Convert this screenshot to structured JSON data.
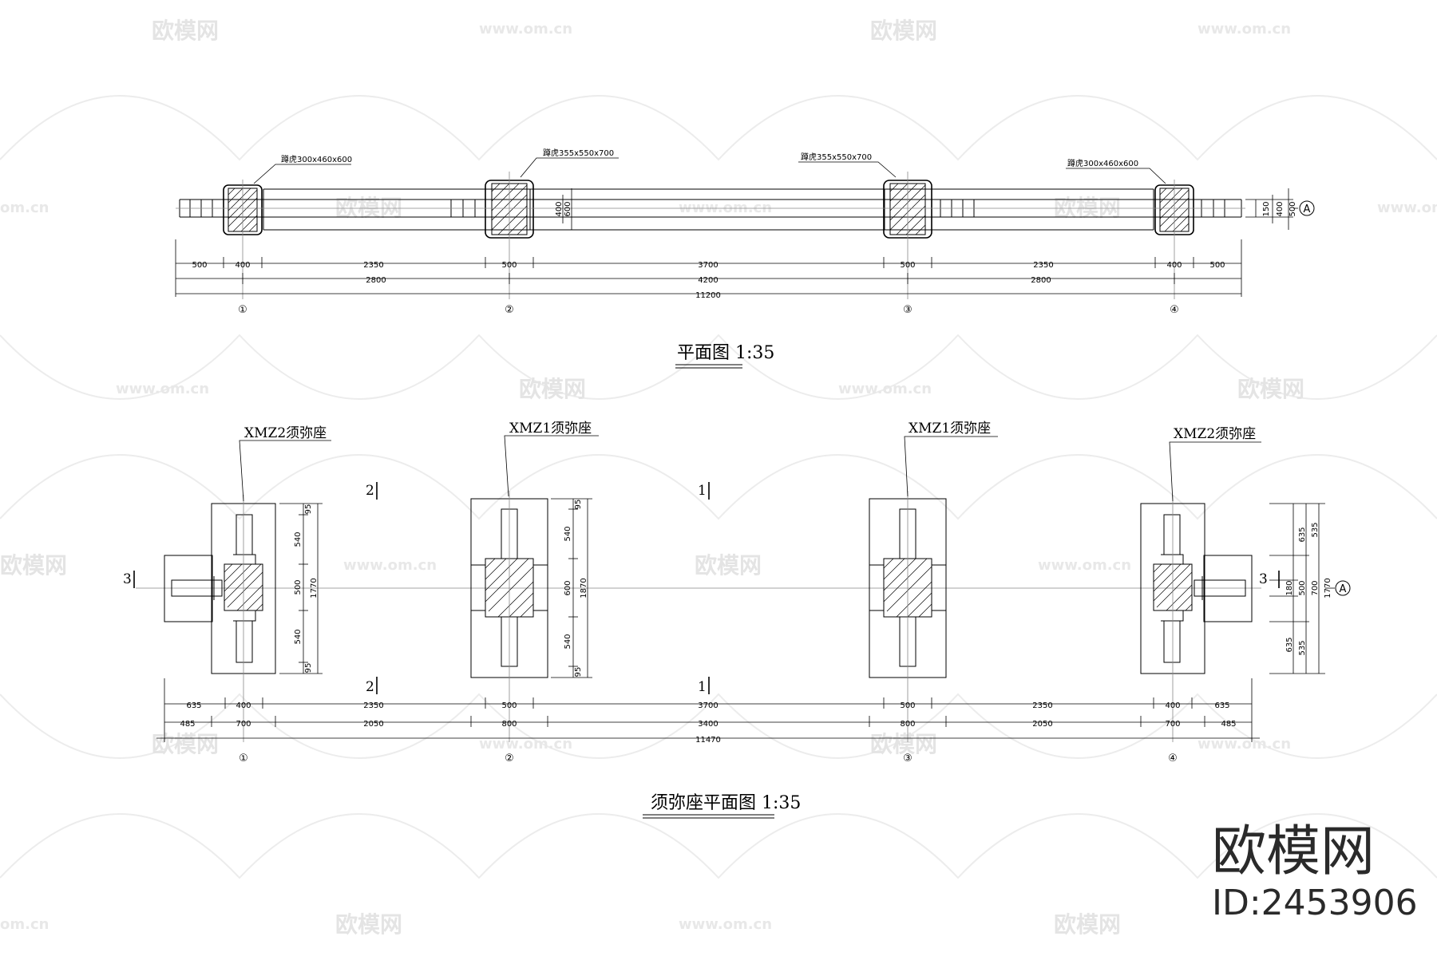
{
  "watermarks": {
    "logo_text": "欧模网",
    "url_text": "www.om.cn",
    "url_short": "om.cn"
  },
  "brand": {
    "name": "欧模网",
    "id": "ID:2453906"
  },
  "plan": {
    "title": "平面图 1:35",
    "callouts": [
      "蹲虎300x460x600",
      "蹲虎355x550x700",
      "蹲虎355x550x700",
      "蹲虎300x460x600"
    ],
    "side_dims": [
      "150",
      "400",
      "500"
    ],
    "mid_dims": [
      "400",
      "600"
    ],
    "row1": [
      "500",
      "400",
      "2350",
      "500",
      "3700",
      "500",
      "2350",
      "400",
      "500"
    ],
    "row2": [
      "2800",
      "4200",
      "2800"
    ],
    "row3": [
      "11200"
    ],
    "axis_label": "A"
  },
  "base": {
    "title": "须弥座平面图 1:35",
    "labels": [
      "XMZ2须弥座",
      "XMZ1须弥座",
      "XMZ1须弥座",
      "XMZ2须弥座"
    ],
    "sections": [
      "2",
      "1",
      "3",
      "2",
      "1",
      "3"
    ],
    "dims_v1": [
      "95",
      "540",
      "500",
      "540",
      "95",
      "1770"
    ],
    "dims_v2": [
      "95",
      "540",
      "600",
      "540",
      "95",
      "1870"
    ],
    "dims_v3": [
      "635",
      "535",
      "180",
      "500",
      "700",
      "1770",
      "635",
      "535"
    ],
    "row1": [
      "635",
      "400",
      "2350",
      "500",
      "3700",
      "500",
      "2350",
      "400",
      "635"
    ],
    "row2": [
      "485",
      "700",
      "2050",
      "800",
      "3400",
      "800",
      "2050",
      "700",
      "485"
    ],
    "row3": [
      "11470"
    ],
    "axis_label": "A"
  },
  "grid_axes": [
    "①",
    "②",
    "③",
    "④"
  ]
}
